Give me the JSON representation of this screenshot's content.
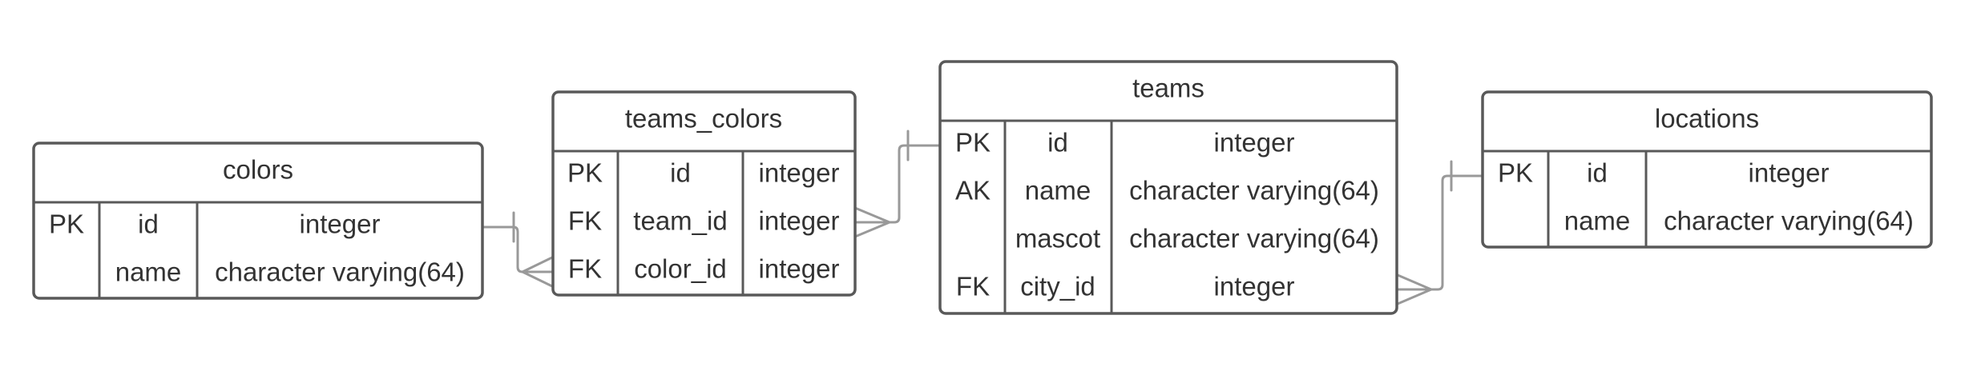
{
  "diagram": {
    "tables": [
      {
        "id": "colors",
        "name": "colors",
        "rows": [
          {
            "key": "PK",
            "column": "id",
            "type": "integer"
          },
          {
            "key": "",
            "column": "name",
            "type": "character varying(64)"
          }
        ]
      },
      {
        "id": "teams_colors",
        "name": "teams_colors",
        "rows": [
          {
            "key": "PK",
            "column": "id",
            "type": "integer"
          },
          {
            "key": "FK",
            "column": "team_id",
            "type": "integer"
          },
          {
            "key": "FK",
            "column": "color_id",
            "type": "integer"
          }
        ]
      },
      {
        "id": "teams",
        "name": "teams",
        "rows": [
          {
            "key": "PK",
            "column": "id",
            "type": "integer"
          },
          {
            "key": "AK",
            "column": "name",
            "type": "character varying(64)"
          },
          {
            "key": "",
            "column": "mascot",
            "type": "character varying(64)"
          },
          {
            "key": "FK",
            "column": "city_id",
            "type": "integer"
          }
        ]
      },
      {
        "id": "locations",
        "name": "locations",
        "rows": [
          {
            "key": "PK",
            "column": "id",
            "type": "integer"
          },
          {
            "key": "",
            "column": "name",
            "type": "character varying(64)"
          }
        ]
      }
    ],
    "relationships": [
      {
        "from": "colors",
        "from_cardinality": "one",
        "to": "teams_colors",
        "to_cardinality": "many"
      },
      {
        "from": "teams",
        "from_cardinality": "one",
        "to": "teams_colors",
        "to_cardinality": "many"
      },
      {
        "from": "locations",
        "from_cardinality": "one",
        "to": "teams",
        "to_cardinality": "many"
      }
    ],
    "colors": {
      "border": "#595959",
      "connector": "#999999",
      "text": "#333333",
      "background": "#ffffff"
    }
  }
}
